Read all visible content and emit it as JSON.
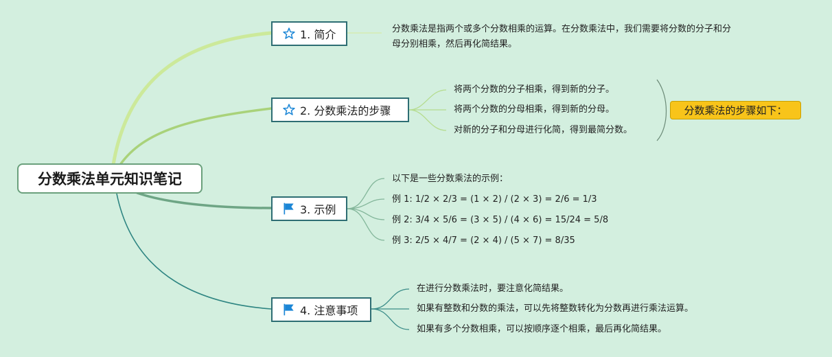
{
  "root": {
    "title": "分数乘法单元知识笔记"
  },
  "topics": [
    {
      "label": "1. 简介",
      "icon": "star-icon",
      "notes": [
        "分数乘法是指两个或多个分数相乘的运算。在分数乘法中，我们需要将分数的分子和分母分别相乘，然后再化简结果。"
      ]
    },
    {
      "label": "2. 分数乘法的步骤",
      "icon": "star-icon",
      "notes": [
        "将两个分数的分子相乘，得到新的分子。",
        "将两个分数的分母相乘，得到新的分母。",
        "对新的分子和分母进行化简，得到最简分数。"
      ],
      "summary": "分数乘法的步骤如下："
    },
    {
      "label": "3. 示例",
      "icon": "flag-icon",
      "notes": [
        "以下是一些分数乘法的示例：",
        "例 1: 1/2 × 2/3 = (1 × 2) / (2 × 3) = 2/6 = 1/3",
        "例 2: 3/4 × 5/6 = (3 × 5) / (4 × 6) = 15/24 = 5/8",
        "例 3: 2/5 × 4/7 = (2 × 4) / (5 × 7) = 8/35"
      ]
    },
    {
      "label": "4. 注意事项",
      "icon": "flag-icon",
      "notes": [
        "在进行分数乘法时，要注意化简结果。",
        "如果有整数和分数的乘法，可以先将整数转化为分数再进行乘法运算。",
        "如果有多个分数相乘，可以按顺序逐个相乘，最后再化简结果。"
      ]
    }
  ],
  "colors": {
    "background": "#d3efdf",
    "branch_1": "#c8e88e",
    "branch_2": "#a9d27a",
    "branch_3": "#5f9a77",
    "branch_4": "#2e8582",
    "topic_border": "#2d6d73",
    "summary_fill": "#f8c41a",
    "icon_blue": "#1b86d6"
  }
}
